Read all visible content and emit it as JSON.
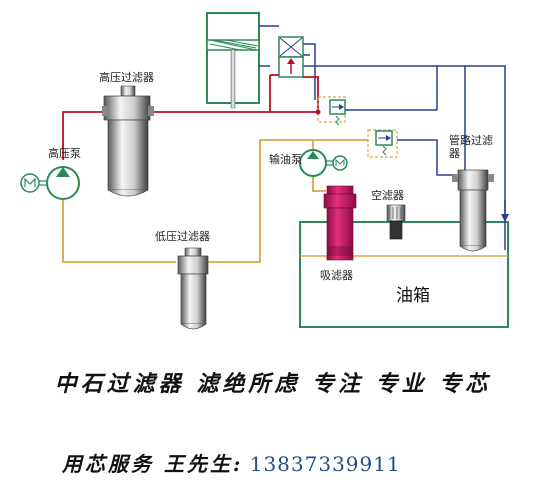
{
  "diagram": {
    "labels": {
      "high_pressure_filter": "高压过滤器",
      "high_pressure_pump": "高压泵",
      "low_pressure_filter": "低压过滤器",
      "transfer_pump": "输油泵",
      "air_filter": "空滤器",
      "pipeline_filter": "管路过滤器",
      "suction_filter": "吸滤器",
      "oil_tank": "油箱"
    },
    "colors": {
      "high_pressure_line": "#b3122a",
      "low_pressure_line": "#d8a84a",
      "return_line": "#2c3f8f",
      "component_green": "#2b8a57",
      "suction_filter": "#d0206a"
    }
  },
  "footer": {
    "slogan": "中石过滤器 滤绝所虑 专注 专业 专芯",
    "contact_prefix": "用芯服务 王先生:",
    "phone": "13837339911"
  }
}
